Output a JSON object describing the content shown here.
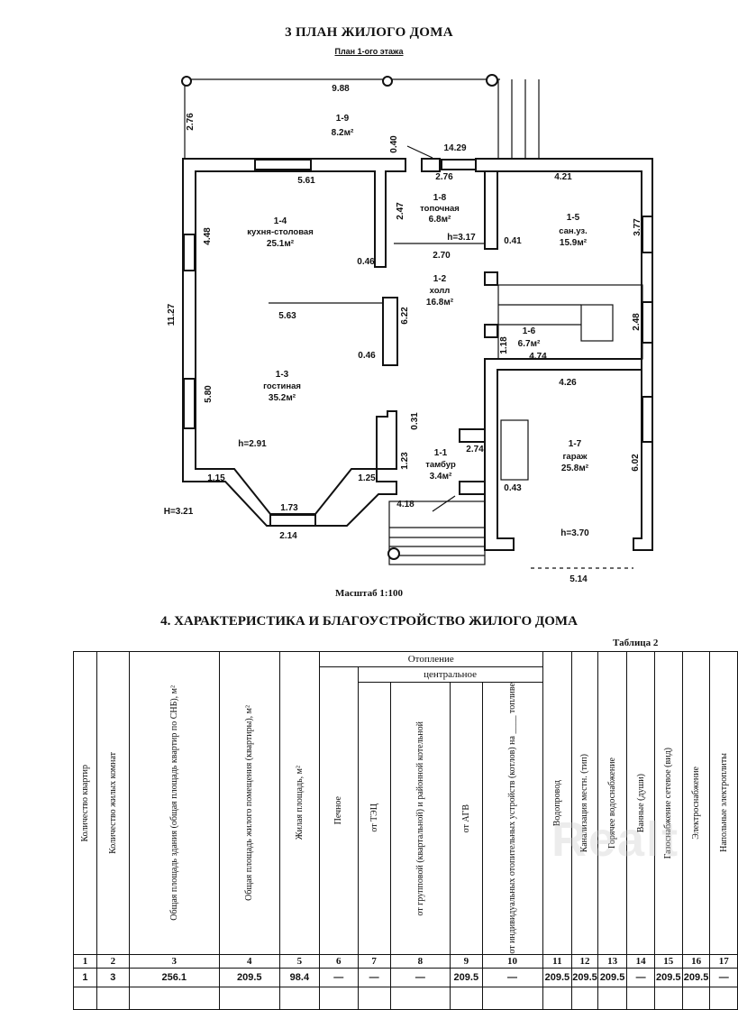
{
  "header": {
    "section_title": "3  ПЛАН ЖИЛОГО ДОМА",
    "floor_title": "План 1-ого этажа"
  },
  "plan": {
    "rooms": [
      {
        "id": "1-9",
        "name": "",
        "area": "8.2м²"
      },
      {
        "id": "1-8",
        "name": "топочная",
        "area": "6.8м²"
      },
      {
        "id": "1-4",
        "name": "кухня-столовая",
        "area": "25.1м²"
      },
      {
        "id": "1-5",
        "name": "сан.уз.",
        "area": "15.9м²"
      },
      {
        "id": "1-2",
        "name": "холл",
        "area": "16.8м²"
      },
      {
        "id": "1-6",
        "name": "",
        "area": "6.7м²"
      },
      {
        "id": "1-3",
        "name": "гостиная",
        "area": "35.2м²"
      },
      {
        "id": "1-1",
        "name": "тамбур",
        "area": "3.4м²"
      },
      {
        "id": "1-7",
        "name": "гараж",
        "area": "25.8м²"
      }
    ],
    "dimensions": {
      "terrace_width": "9.88",
      "terrace_depth": "2.76",
      "d040": "0.40",
      "d1429": "14.29",
      "d276b": "2.76",
      "kitchen_width": "5.61",
      "d421": "4.21",
      "d247": "2.47",
      "d448": "4.48",
      "d377": "3.77",
      "h_boiler": "h=3.17",
      "d041": "0.41",
      "d270": "2.70",
      "d046a": "0.46",
      "d1127": "11.27",
      "d563": "5.63",
      "d622": "6.22",
      "d046b": "0.46",
      "d248": "2.48",
      "d118": "1.18",
      "d474": "4.74",
      "d426": "4.26",
      "d580": "5.80",
      "d031": "0.31",
      "h_living": "h=2.91",
      "d274": "2.74",
      "d123": "1.23",
      "d602": "6.02",
      "d115": "1.15",
      "d125": "1.25",
      "d043": "0.43",
      "d173": "1.73",
      "d418": "4.18",
      "H_total": "H=3.21",
      "d214": "2.14",
      "h_garage": "h=3.70",
      "d514": "5.14"
    },
    "scale_label": "Масштаб 1:100"
  },
  "table": {
    "section_title": "4. ХАРАКТЕРИСТИКА И БЛАГОУСТРОЙСТВО ЖИЛОГО ДОМА",
    "table_number": "Таблица 2",
    "group_heating": "Отопление",
    "group_central": "центральное",
    "columns": [
      "Количество квартир",
      "Количество жилых комнат",
      "Общая площадь здания (общая площадь квартир по СНБ), м²",
      "Общая площадь жилого помещения (квартиры), м²",
      "Жилая площадь, м²",
      "Печное",
      "от ТЭЦ",
      "от групповой (квартальной) и районной котельной",
      "от АГВ",
      "от индивидуальных отопительных устройств (котлов) на ____ топливе",
      "Водопровод",
      "Канализация местн. (тип)",
      "Горячее водоснабжение",
      "Ванные (души)",
      "Газоснабжение сетевое (вид)",
      "Электроснабжение",
      "Напольные электроплиты"
    ],
    "column_numbers": [
      "1",
      "2",
      "3",
      "4",
      "5",
      "6",
      "7",
      "8",
      "9",
      "10",
      "11",
      "12",
      "13",
      "14",
      "15",
      "16",
      "17"
    ],
    "rows": [
      [
        "1",
        "3",
        "256.1",
        "209.5",
        "98.4",
        "—",
        "—",
        "—",
        "209.5",
        "—",
        "209.5",
        "209.5",
        "209.5",
        "—",
        "209.5",
        "209.5",
        "—"
      ],
      [
        "",
        "",
        "",
        "",
        "",
        "",
        "",
        "",
        "",
        "",
        "",
        "",
        "",
        "",
        "",
        "",
        ""
      ]
    ]
  },
  "watermark": "Realt"
}
